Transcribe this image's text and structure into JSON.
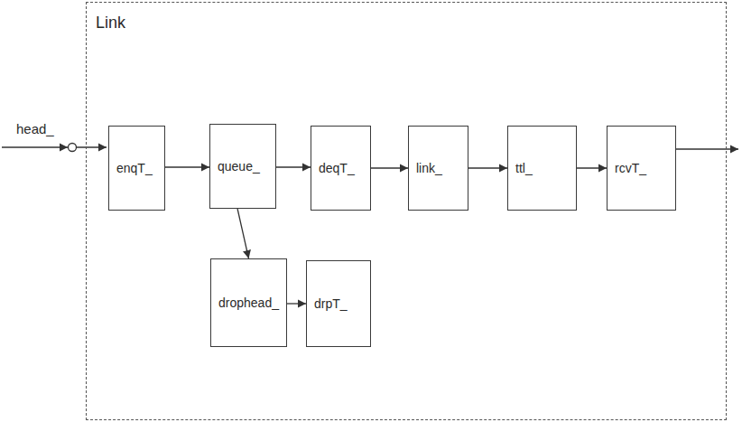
{
  "diagram": {
    "nodes": [
      {
        "text": [
          "Link"
        ]
      },
      {
        "text": [
          "enqT_"
        ],
        "in": 0
      },
      {
        "text": [
          "queue_"
        ],
        "in": 0
      },
      {
        "text": [
          "deqT_"
        ],
        "in": 0
      },
      {
        "text": [
          "link_"
        ],
        "in": 0
      },
      {
        "text": [
          "ttl_"
        ],
        "in": 0
      },
      {
        "text": [
          "rcvT_"
        ],
        "in": 0
      },
      {
        "text": [
          "drophead_"
        ],
        "in": 0
      },
      {
        "text": [
          "drpT_"
        ],
        "in": 0
      }
    ],
    "edges": [
      {
        "from": 1,
        "to": 2,
        "arrow": "to"
      },
      {
        "from": 2,
        "to": 3,
        "arrow": "to"
      },
      {
        "from": 3,
        "to": 4,
        "arrow": "to"
      },
      {
        "from": 4,
        "to": 5,
        "arrow": "to"
      },
      {
        "from": 5,
        "to": 6,
        "arrow": "to"
      },
      {
        "from": 2,
        "to": 7,
        "arrow": "to"
      },
      {
        "from": 7,
        "to": 8,
        "arrow": "to"
      }
    ],
    "labels": [
      "head_"
    ]
  }
}
